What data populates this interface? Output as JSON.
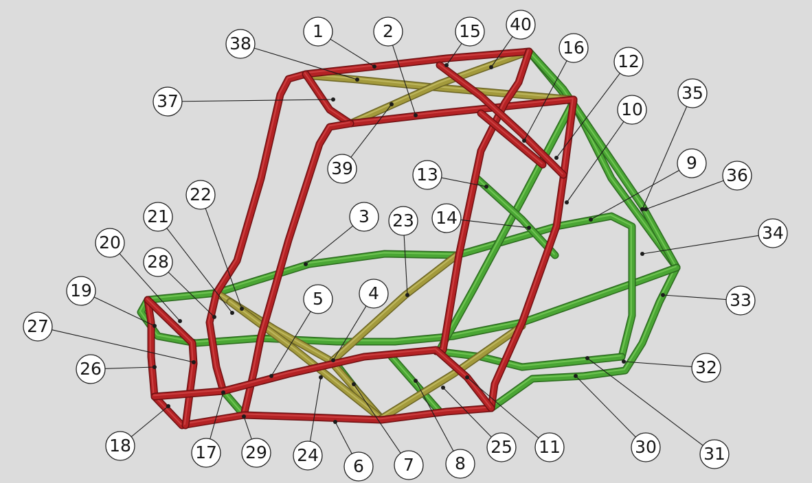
{
  "colors": {
    "background": "#dcdcdc",
    "red_tube": "#b42224",
    "red_tube_dark": "#6e1012",
    "red_tube_light": "#e05a5a",
    "green_tube": "#4aa634",
    "green_tube_dark": "#2b6a1e",
    "green_tube_light": "#8fdc6e",
    "olive_tube": "#a39a3c",
    "olive_tube_dark": "#6b6424",
    "olive_tube_light": "#d6cf7a"
  },
  "callouts": [
    {
      "label": "1"
    },
    {
      "label": "2"
    },
    {
      "label": "3"
    },
    {
      "label": "4"
    },
    {
      "label": "5"
    },
    {
      "label": "6"
    },
    {
      "label": "7"
    },
    {
      "label": "8"
    },
    {
      "label": "9"
    },
    {
      "label": "10"
    },
    {
      "label": "11"
    },
    {
      "label": "12"
    },
    {
      "label": "13"
    },
    {
      "label": "14"
    },
    {
      "label": "15"
    },
    {
      "label": "16"
    },
    {
      "label": "17"
    },
    {
      "label": "18"
    },
    {
      "label": "19"
    },
    {
      "label": "20"
    },
    {
      "label": "21"
    },
    {
      "label": "22"
    },
    {
      "label": "23"
    },
    {
      "label": "24"
    },
    {
      "label": "25"
    },
    {
      "label": "26"
    },
    {
      "label": "27"
    },
    {
      "label": "28"
    },
    {
      "label": "29"
    },
    {
      "label": "30"
    },
    {
      "label": "31"
    },
    {
      "label": "32"
    },
    {
      "label": "33"
    },
    {
      "label": "34"
    },
    {
      "label": "35"
    },
    {
      "label": "36"
    },
    {
      "label": "37"
    },
    {
      "label": "38"
    },
    {
      "label": "39"
    },
    {
      "label": "40"
    }
  ]
}
